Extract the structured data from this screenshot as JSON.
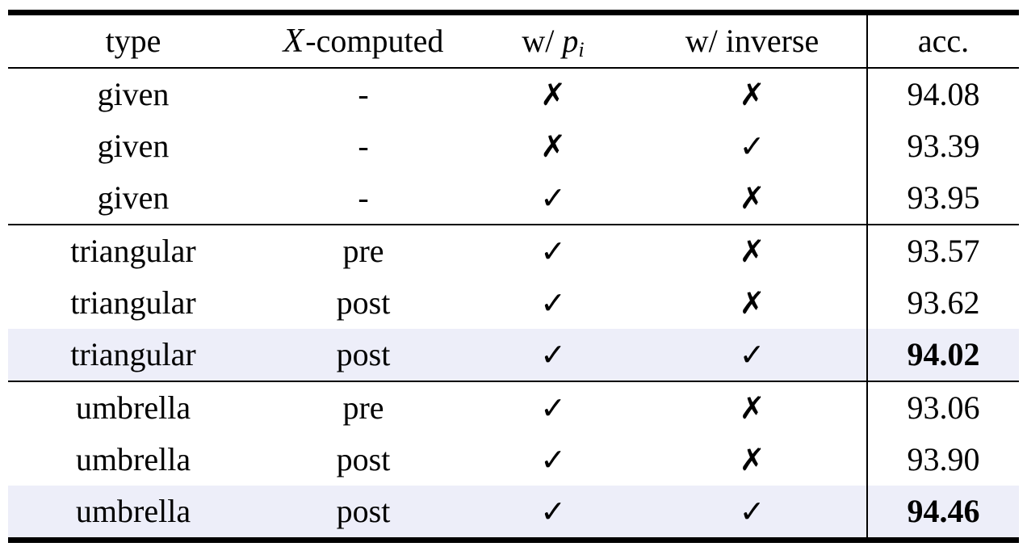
{
  "colors": {
    "highlight_row_bg": "#edeef9",
    "rule_color": "#000000",
    "text_color": "#000000"
  },
  "table": {
    "header": {
      "type_label": "type",
      "computed_symbol": "X",
      "computed_suffix": "-computed",
      "with_p_prefix": "w/",
      "with_p_variable": "p",
      "with_p_subscript": "i",
      "with_inverse_label": "w/ inverse",
      "acc_label": "acc."
    },
    "rows": [
      {
        "type": "given",
        "computed": "-",
        "with_p": "✗",
        "with_inverse": "✗",
        "acc": "94.08",
        "highlight": false,
        "bold_acc": false,
        "group_end": false
      },
      {
        "type": "given",
        "computed": "-",
        "with_p": "✗",
        "with_inverse": "✓",
        "acc": "93.39",
        "highlight": false,
        "bold_acc": false,
        "group_end": false
      },
      {
        "type": "given",
        "computed": "-",
        "with_p": "✓",
        "with_inverse": "✗",
        "acc": "93.95",
        "highlight": false,
        "bold_acc": false,
        "group_end": true
      },
      {
        "type": "triangular",
        "computed": "pre",
        "with_p": "✓",
        "with_inverse": "✗",
        "acc": "93.57",
        "highlight": false,
        "bold_acc": false,
        "group_end": false
      },
      {
        "type": "triangular",
        "computed": "post",
        "with_p": "✓",
        "with_inverse": "✗",
        "acc": "93.62",
        "highlight": false,
        "bold_acc": false,
        "group_end": false
      },
      {
        "type": "triangular",
        "computed": "post",
        "with_p": "✓",
        "with_inverse": "✓",
        "acc": "94.02",
        "highlight": true,
        "bold_acc": true,
        "group_end": true
      },
      {
        "type": "umbrella",
        "computed": "pre",
        "with_p": "✓",
        "with_inverse": "✗",
        "acc": "93.06",
        "highlight": false,
        "bold_acc": false,
        "group_end": false
      },
      {
        "type": "umbrella",
        "computed": "post",
        "with_p": "✓",
        "with_inverse": "✗",
        "acc": "93.90",
        "highlight": false,
        "bold_acc": false,
        "group_end": false
      },
      {
        "type": "umbrella",
        "computed": "post",
        "with_p": "✓",
        "with_inverse": "✓",
        "acc": "94.46",
        "highlight": true,
        "bold_acc": true,
        "group_end": false
      }
    ]
  }
}
